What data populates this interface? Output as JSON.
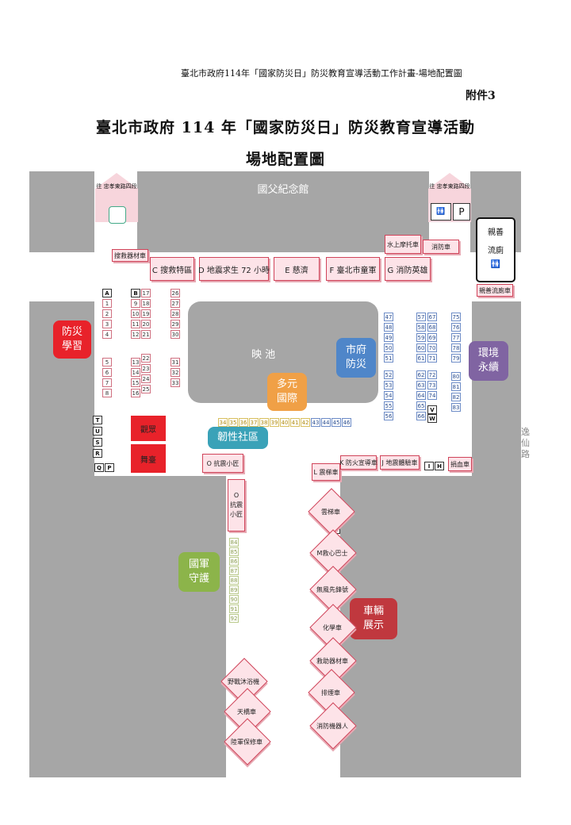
{
  "header": {
    "top_note": "臺北市政府114年「國家防災日」防災教育宣導活動工作計畫-場地配置圖",
    "attachment": "附件3",
    "title": "臺北市政府 114 年「國家防災日」防災教育宣導活動",
    "subtitle": "場地配置圖"
  },
  "map": {
    "hall": "國父紀念館",
    "pond": "映 池",
    "road_right": "逸仙路",
    "arrows": {
      "left": "往\n忠孝東路四段",
      "right": "往\n忠孝東路四段"
    },
    "restroom": {
      "label_line1": "親善",
      "label_line2": "流廁"
    },
    "restroom_car": "親善流廁車",
    "top_booths": [
      "C 搜救特區",
      "D 地震求生 72 小時",
      "E 慈濟",
      "F 臺北市童軍",
      "G 消防英雄"
    ],
    "misc": {
      "rescue_equipment": "搜救器材車",
      "water_motor": "水上摩托車",
      "fire_truck": "消防車",
      "quake_booth": "L 震梯車",
      "k_booth": "K 防火宣導車",
      "j_booth": "J 地震體驗車",
      "blood": "捐血車",
      "o_booth": "O 抗震小匠",
      "o_vertical": "O\n抗震\n小匠",
      "audience": "觀眾",
      "stage": "舞臺"
    },
    "zones": {
      "disaster_learning": [
        "防災",
        "學習"
      ],
      "city_disaster": [
        "市府",
        "防災"
      ],
      "multicultural": [
        "多元",
        "國際"
      ],
      "resilience": "韌性社區",
      "environment": [
        "環境",
        "永續"
      ],
      "military": [
        "國軍",
        "守護"
      ],
      "vehicle": [
        "車輛",
        "展示"
      ]
    },
    "diamonds": [
      "雲梯車",
      "M救心巴士",
      "無風先鋒號",
      "化學車",
      "救助器材車",
      "排煙車",
      "消防機器人",
      "野戰沐浴機",
      "天橋車",
      "陸軍保修車"
    ],
    "letters": [
      "A",
      "B",
      "T",
      "U",
      "S",
      "R",
      "Q",
      "P",
      "I",
      "H",
      "M",
      "N",
      "V",
      "W"
    ],
    "stalls_left": [
      "1",
      "2",
      "3",
      "4",
      "5",
      "6",
      "7",
      "8"
    ],
    "stalls_b": [
      "9",
      "10",
      "11",
      "12",
      "13",
      "14",
      "15",
      "16"
    ],
    "stalls_c": [
      "17",
      "18",
      "19",
      "20",
      "21",
      "22",
      "23",
      "24",
      "25"
    ],
    "stalls_d": [
      "26",
      "27",
      "28",
      "29",
      "30",
      "31",
      "32",
      "33"
    ],
    "stalls_row": [
      "34",
      "35",
      "36",
      "37",
      "38",
      "39",
      "40",
      "41",
      "42",
      "43",
      "44",
      "45",
      "46"
    ],
    "stalls_e": [
      "47",
      "48",
      "49",
      "50",
      "51",
      "52",
      "53",
      "54",
      "55",
      "56"
    ],
    "stalls_f": [
      "57",
      "58",
      "59",
      "60",
      "61",
      "62",
      "63",
      "64",
      "65",
      "66"
    ],
    "stalls_g": [
      "67",
      "68",
      "69",
      "70",
      "71",
      "72",
      "73",
      "74"
    ],
    "stalls_h": [
      "75",
      "76",
      "77",
      "78",
      "79",
      "80",
      "81",
      "82",
      "83"
    ],
    "stalls_v": [
      "84",
      "85",
      "86",
      "87",
      "88",
      "89",
      "90",
      "91",
      "92"
    ]
  },
  "colors": {
    "red_zone": "#e8222a",
    "blue_zone": "#4f86c9",
    "orange_zone": "#f0a046",
    "teal_zone": "#3aa2b8",
    "purple_zone": "#8064a2",
    "green_zone": "#8cb44a",
    "darkred_zone": "#c0383e",
    "stage_red": "#e8222a"
  }
}
